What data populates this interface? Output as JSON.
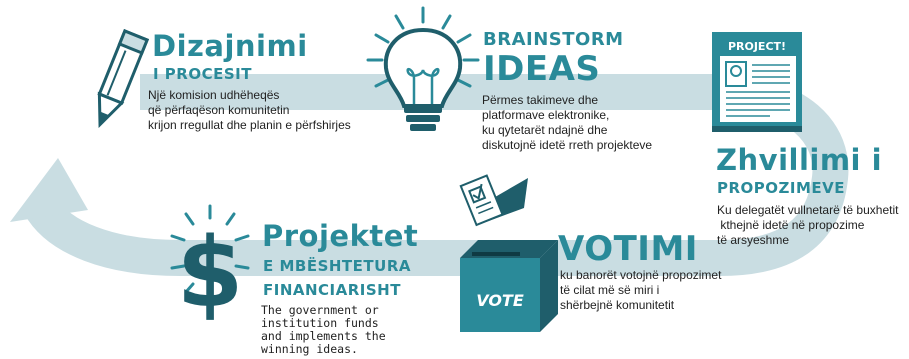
{
  "colors": {
    "arrow": "#c9dde2",
    "teal": "#2a8a99",
    "dark_teal": "#1f5e6b",
    "text": "#222222",
    "light_teal": "#cfe6ea"
  },
  "steps": {
    "design": {
      "title": "Dizajnimi",
      "subtitle": "I PROCESIT",
      "desc_lines": [
        "Një komision udhëheqës",
        "që përfaqëson komunitetin",
        "krijon rregullat dhe planin e përfshirjes"
      ],
      "icon": "pencil-icon"
    },
    "brainstorm": {
      "title_top": "BRAINSTORM",
      "title_big": "IDEAS",
      "desc_lines": [
        "Përmes takimeve dhe",
        "platformave elektronike,",
        "ku qytetarët ndajnë dhe",
        "diskutojnë idetë rreth projekteve"
      ],
      "icon": "lightbulb-icon"
    },
    "develop": {
      "title": "Zhvillimi i",
      "subtitle": "PROPOZIMEVE",
      "desc_lines": [
        "Ku delegatët vullnetarë të buxhetit",
        " kthejnë idetë në propozime",
        "të arsyeshme"
      ],
      "icon": "project-document-icon",
      "icon_label": "PROJECT!"
    },
    "vote": {
      "title": "VOTIMI",
      "desc_lines": [
        "ku banorët votojnë propozimet",
        "të cilat më së miri i",
        "shërbejnë komunitetit"
      ],
      "icon": "ballot-box-icon",
      "box_label": "VOTE"
    },
    "fund": {
      "title": "Projektet",
      "subtitle_1": "E MBËSHTETURA",
      "subtitle_2": "FINANCIARISHT",
      "desc_lines": [
        "The government or",
        "institution funds",
        "and implements the",
        "winning ideas."
      ],
      "icon": "dollar-icon"
    }
  }
}
